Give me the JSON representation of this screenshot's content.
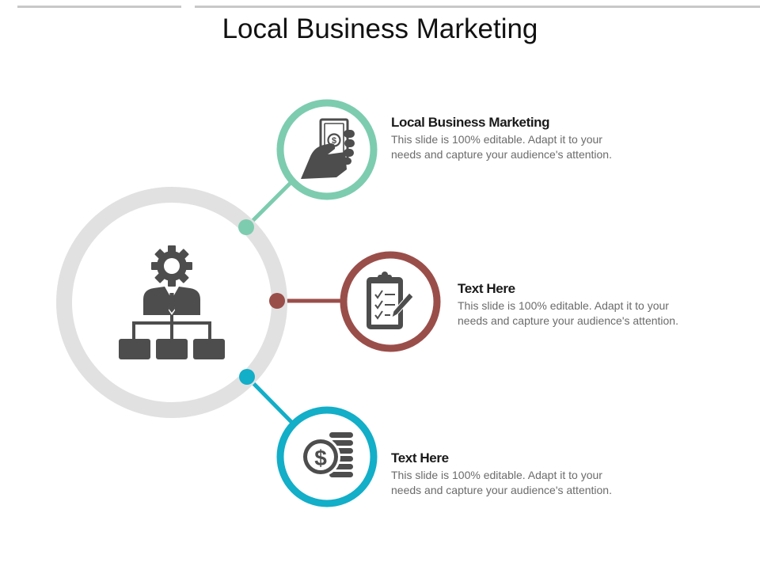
{
  "header": {
    "title": "Local Business Marketing"
  },
  "colors": {
    "ring_gray": "#e1e1e1",
    "teal": "#7dccb0",
    "maroon": "#9a4e4a",
    "cyan": "#13aec8",
    "icon_gray": "#4d4d4d"
  },
  "center": {
    "icon": "businessman-gear-org-chart-icon"
  },
  "items": [
    {
      "icon": "hand-holding-money-icon",
      "heading": "Local Business Marketing",
      "body": "This slide is 100% editable. Adapt it to your needs and capture your audience's attention."
    },
    {
      "icon": "clipboard-checklist-icon",
      "heading": "Text Here",
      "body": "This slide is 100% editable. Adapt it to your needs and capture your audience's attention."
    },
    {
      "icon": "dollar-coins-icon",
      "heading": "Text Here",
      "body": "This slide is 100% editable. Adapt it to your needs and capture your audience's attention."
    }
  ]
}
